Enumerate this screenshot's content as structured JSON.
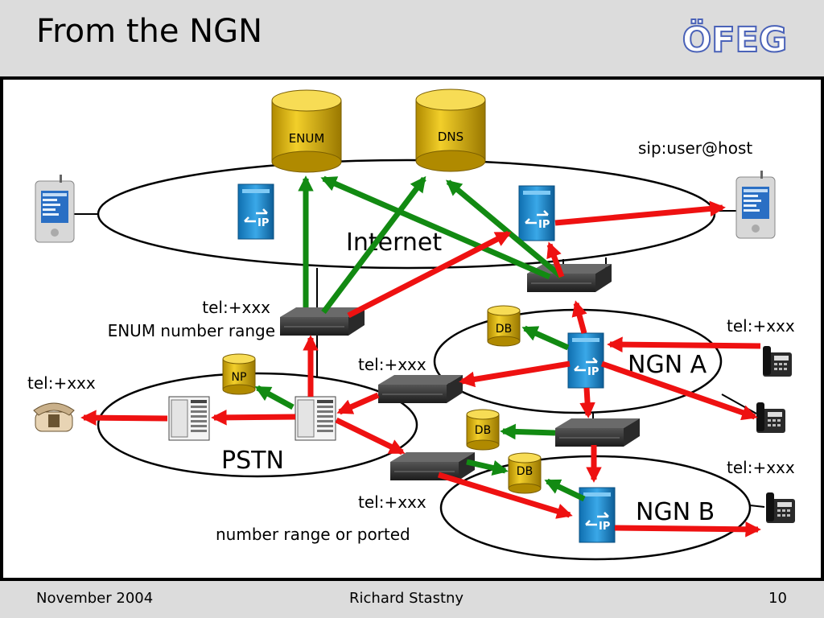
{
  "slide": {
    "title": "From the NGN",
    "logo": "ÖFEG",
    "footer": {
      "date": "November 2004",
      "author": "Richard Stastny",
      "page": "10"
    }
  },
  "diagram": {
    "databases": {
      "enum": "ENUM",
      "dns": "DNS",
      "np": "NP",
      "db": "DB"
    },
    "networks": {
      "internet": "Internet",
      "ngn_a": "NGN A",
      "ngn_b": "NGN B",
      "pstn": "PSTN"
    },
    "labels": {
      "sip_uri": "sip:user@host",
      "tel_enum": "tel:+xxx",
      "enum_range": "ENUM number range",
      "tel_left": "tel:+xxx",
      "tel_mid": "tel:+xxx",
      "tel_ngna_phone": "tel:+xxx",
      "tel_ngnb_phone": "tel:+xxx",
      "tel_ngnb": "tel:+xxx",
      "range_ported": "number range or ported"
    },
    "colors": {
      "signal_arrow": "#ee1111",
      "query_arrow": "#128a12",
      "database": "#d9b200",
      "sip_server": "#1c8ad0"
    }
  }
}
